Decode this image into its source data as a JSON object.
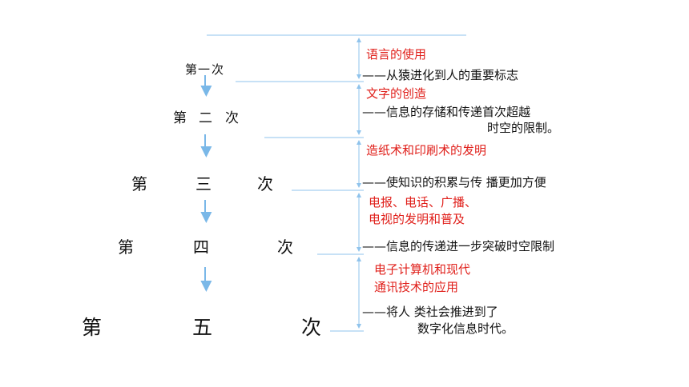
{
  "stages": [
    {
      "chars": [
        "第",
        "一",
        "次"
      ]
    },
    {
      "chars": [
        "第",
        "二",
        "次"
      ]
    },
    {
      "chars": [
        "第",
        "三",
        "次"
      ]
    },
    {
      "chars": [
        "第",
        "四",
        "次"
      ]
    },
    {
      "chars": [
        "第",
        "五",
        "次"
      ]
    }
  ],
  "events": [
    {
      "cause": [
        "语言的使用"
      ],
      "effect": [
        "——从猿进化到人的重要标志"
      ]
    },
    {
      "cause": [
        "文字的创造"
      ],
      "effect": [
        "——信息的存储和传递首次超越",
        "时空的限制。"
      ]
    },
    {
      "cause": [
        "造纸术和印刷术的发明"
      ],
      "effect": [
        "——使知识的积累与传 播更加方便"
      ]
    },
    {
      "cause": [
        "电报、电话、广播、",
        "电视的发明和普及"
      ],
      "effect": [
        "——信息的传递进一步突破时空限制"
      ]
    },
    {
      "cause": [
        "电子计算机和现代",
        "通讯技术的应用"
      ],
      "effect": [
        "——将人 类社会推进到了",
        "数字化信息时代。"
      ]
    }
  ],
  "colors": {
    "line": "#8fc3ec",
    "arrow": "#7ab8e8",
    "cause_text": "#e0201b",
    "effect_text": "#111111"
  }
}
